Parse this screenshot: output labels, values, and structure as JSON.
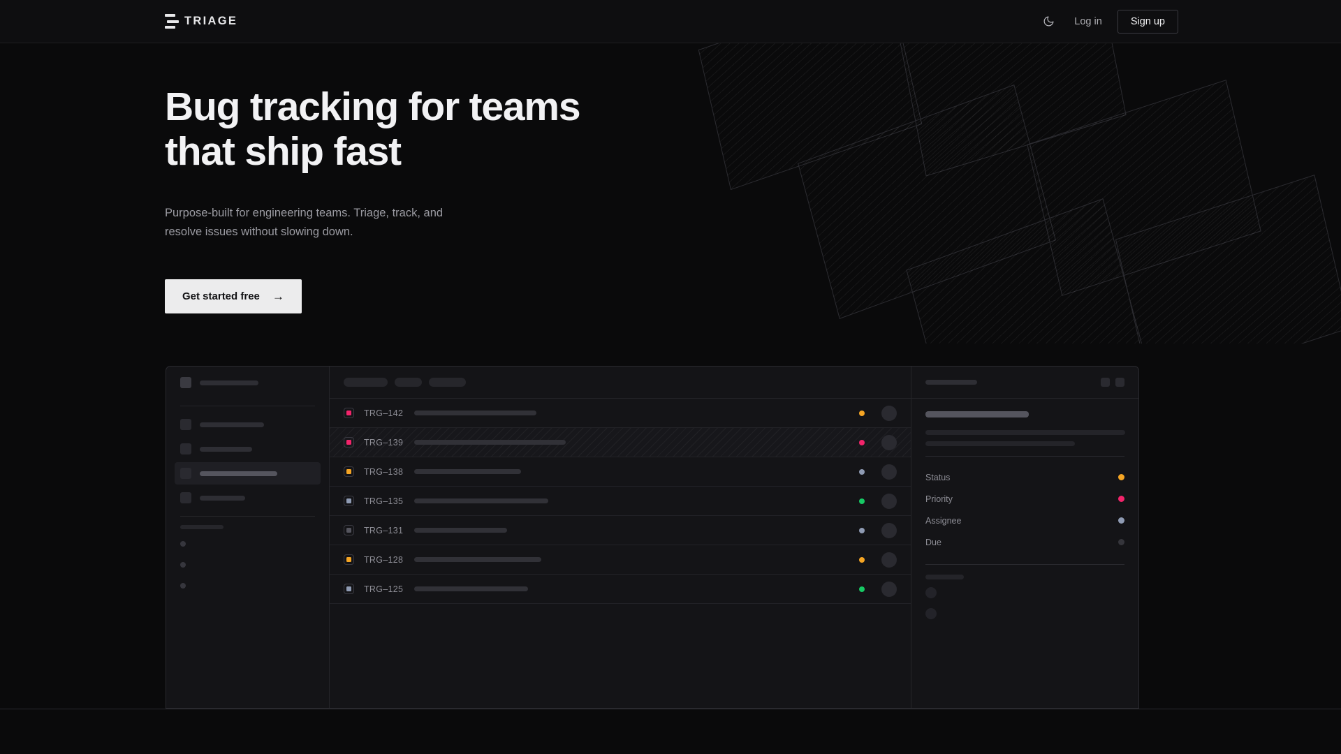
{
  "header": {
    "logo_icon": "triage-bars-icon",
    "brand": "TRIAGE",
    "theme_icon": "moon-icon",
    "login_label": "Log in",
    "signup_label": "Sign up"
  },
  "hero": {
    "headline_line1": "Bug tracking for teams",
    "headline_line2": "that ship fast",
    "subhead_line1": "Purpose-built for engineering teams. Triage, track, and",
    "subhead_line2": "resolve issues without slowing down.",
    "cta_label": "Get started free",
    "cta_arrow": "→"
  },
  "colors": {
    "page_bg": "#0a0a0b",
    "header_bg": "#0e0e10",
    "panel_bg": "#141417",
    "border": "#2a2a2f",
    "text_primary": "#f2f2f4",
    "text_muted": "#9b9ba2",
    "cta_bg": "#ececed",
    "status_orange": "#f5a524",
    "status_pink": "#f3246b",
    "status_green": "#17c964",
    "status_slate": "#8f9bb3",
    "status_grey": "#3a3a41"
  },
  "mockup": {
    "sidebar": {
      "workspace_icon": "workspace-square-icon",
      "nav_items": [
        {
          "icon": "nav-square-icon",
          "width": 92
        },
        {
          "icon": "nav-square-icon",
          "width": 75
        },
        {
          "icon": "nav-square-icon",
          "width": 111,
          "active": true
        },
        {
          "icon": "nav-square-icon",
          "width": 65
        }
      ],
      "project_dots": 3
    },
    "toolbar": {
      "chips": [
        63,
        39,
        53
      ]
    },
    "columns": [
      "id",
      "title",
      "status",
      "assignee"
    ],
    "rows": [
      {
        "id": "TRG–142",
        "priority_color": "#f3246b",
        "title_width": 175,
        "status_color": "#f5a524",
        "selected": false
      },
      {
        "id": "TRG–139",
        "priority_color": "#f3246b",
        "title_width": 217,
        "status_color": "#f3246b",
        "selected": true
      },
      {
        "id": "TRG–138",
        "priority_color": "#f5a524",
        "title_width": 153,
        "status_color": "#8f9bb3",
        "selected": false
      },
      {
        "id": "TRG–135",
        "priority_color": "#8f9bb3",
        "title_width": 192,
        "status_color": "#17c964",
        "selected": false
      },
      {
        "id": "TRG–131",
        "priority_color": "#55555e",
        "title_width": 133,
        "status_color": "#8f9bb3",
        "selected": false
      },
      {
        "id": "TRG–128",
        "priority_color": "#f5a524",
        "title_width": 182,
        "status_color": "#f5a524",
        "selected": false
      },
      {
        "id": "TRG–125",
        "priority_color": "#8f9bb3",
        "title_width": 163,
        "status_color": "#17c964",
        "selected": false
      }
    ],
    "detail": {
      "title_skeleton_width": 74,
      "action_icons": [
        "detail-action-icon",
        "detail-action-icon"
      ],
      "body_heading_width": 148,
      "body_lines": [
        256,
        214
      ],
      "meta": [
        {
          "label": "Status",
          "color": "#f5a524"
        },
        {
          "label": "Priority",
          "color": "#f3246b"
        },
        {
          "label": "Assignee",
          "color": "#8f9bb3"
        },
        {
          "label": "Due",
          "color": "#35353b"
        }
      ],
      "comments_label_width": 55,
      "comments": 2
    }
  }
}
